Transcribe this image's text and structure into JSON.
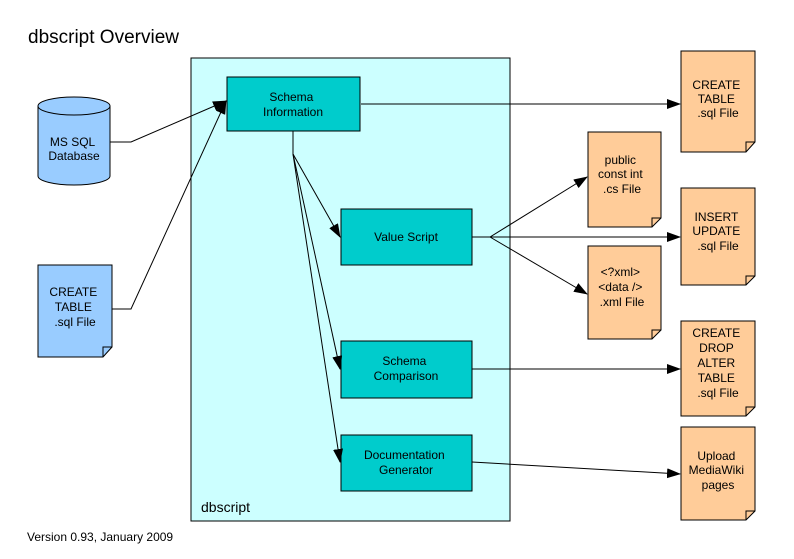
{
  "title": "dbscript Overview",
  "footer": "Version 0.93, January 2009",
  "container_label": "dbscript",
  "colors": {
    "container_fill": "#ccffff",
    "process_fill": "#00cccc",
    "input_fill": "#99ccff",
    "output_fill": "#ffcc99"
  },
  "inputs": {
    "database": [
      "MS SQL",
      "Database"
    ],
    "sql_file": [
      "CREATE",
      "TABLE",
      ".sql File"
    ]
  },
  "processes": {
    "schema_info": [
      "Schema",
      "Information"
    ],
    "value_script": [
      "Value Script"
    ],
    "schema_comparison": [
      "Schema",
      "Comparison"
    ],
    "doc_generator": [
      "Documentation",
      "Generator"
    ]
  },
  "outputs": {
    "create_table": [
      "CREATE",
      "TABLE",
      ".sql File"
    ],
    "cs_file": [
      "public",
      "const int",
      ".cs File"
    ],
    "insert_update": [
      "INSERT",
      "UPDATE",
      ".sql File"
    ],
    "xml_file": [
      "<?xml>",
      "<data />",
      ".xml File"
    ],
    "create_drop_alter": [
      "CREATE",
      "DROP",
      "ALTER",
      "TABLE",
      ".sql File"
    ],
    "mediawiki": [
      "Upload",
      "MediaWiki",
      "pages"
    ]
  }
}
